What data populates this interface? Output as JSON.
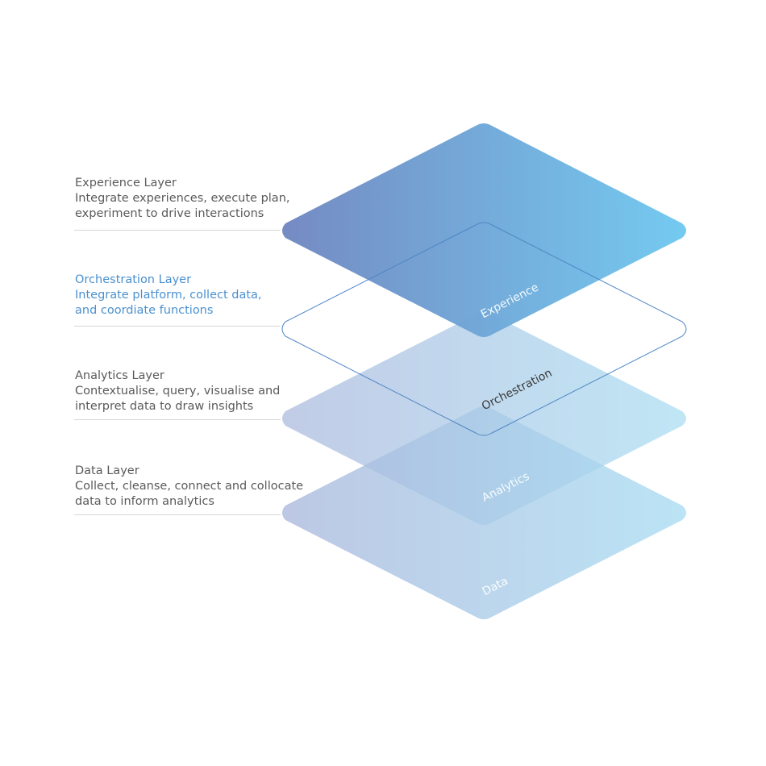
{
  "layers": [
    {
      "title": "Experience Layer",
      "description_line1": "Integrate experiences, execute plan,",
      "description_line2": "experiment to drive interactions",
      "label": "Experience"
    },
    {
      "title": "Orchestration Layer",
      "description_line1": "Integrate platform, collect data,",
      "description_line2": "and coordiate functions",
      "label": "Orchestration"
    },
    {
      "title": "Analytics Layer",
      "description_line1": "Contextualise, query, visualise and",
      "description_line2": "interpret data to draw insights",
      "label": "Analytics"
    },
    {
      "title": "Data Layer",
      "description_line1": "Collect, cleanse, connect and collocate",
      "description_line2": "data to inform analytics",
      "label": "Data"
    }
  ],
  "colors": {
    "text": "#5a5a5a",
    "highlight": "#4a90cf",
    "experience_start": "#6f86c0",
    "experience_end": "#6ec8f0",
    "orchestration_stroke": "#4f86c4",
    "light_start": "#a9b8dc",
    "light_end": "#a8dcf2"
  }
}
